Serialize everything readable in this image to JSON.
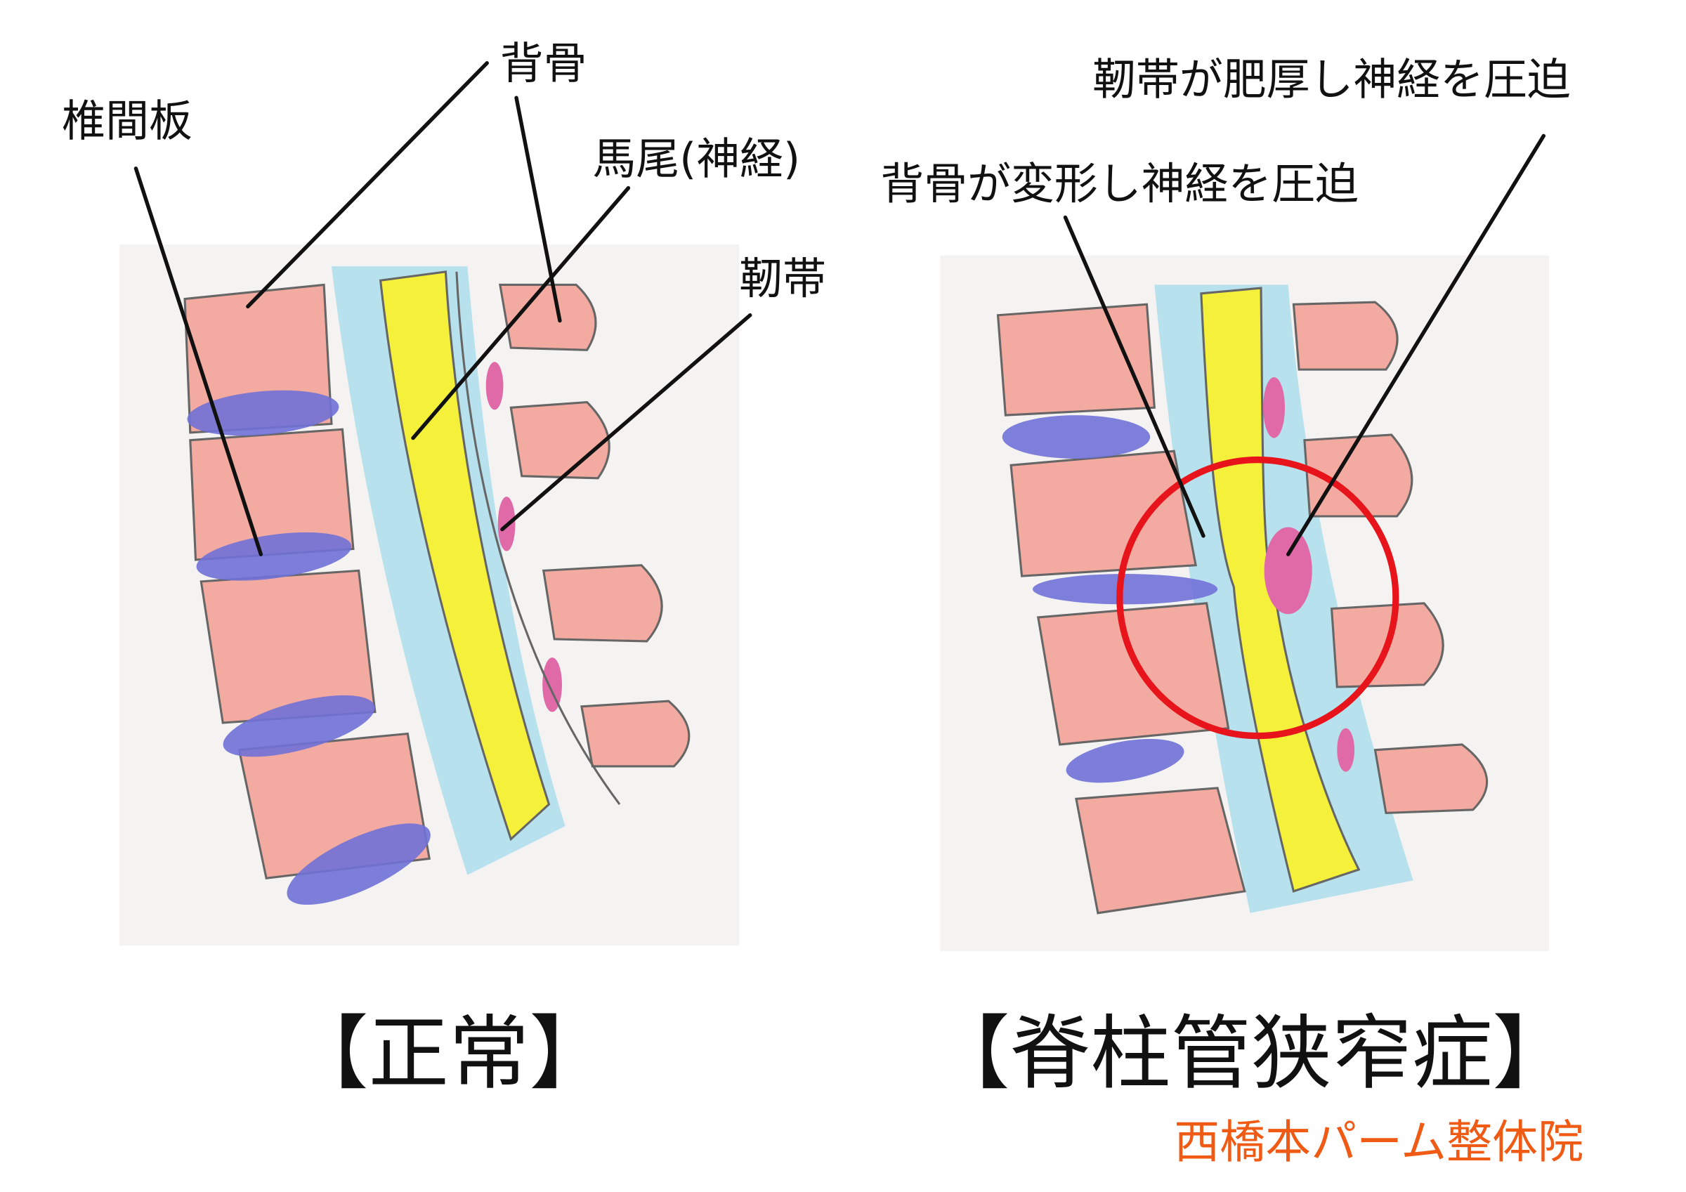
{
  "normal": {
    "title": "【正常】",
    "labels": {
      "vertebra": "背骨",
      "disc": "椎間板",
      "cauda_equina": "馬尾(神経)",
      "ligament": "靭帯"
    }
  },
  "stenosis": {
    "title": "【脊柱管狭窄症】",
    "labels": {
      "ligament_thickened": "靭帯が肥厚し神経を圧迫",
      "bone_deformed": "背骨が変形し神経を圧迫"
    }
  },
  "watermark": "西橋本パーム整体院",
  "colors": {
    "bone": "#f3aaa0",
    "disc": "#7172d8",
    "canal": "#a9dcec",
    "nerve": "#f5f03a",
    "ligament": "#e06aa8",
    "highlight": "#e8141c",
    "watermark": "#ef5a14"
  }
}
